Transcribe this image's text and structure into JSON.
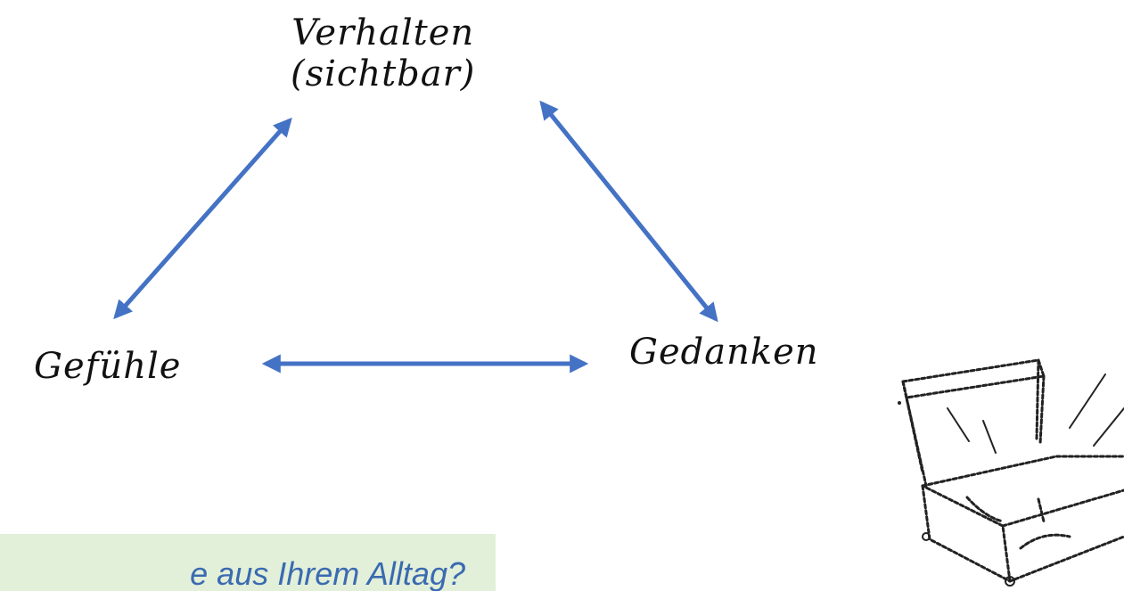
{
  "diagram": {
    "nodes": {
      "verhalten": {
        "line1": "Verhalten",
        "line2": "(sichtbar)"
      },
      "gefuehle": "Gefühle",
      "gedanken": "Gedanken"
    },
    "arrow_color": "#4472c4"
  },
  "question": {
    "text": "e aus Ihrem Alltag?"
  },
  "colors": {
    "question_background": "#e2efd9",
    "question_text": "#3a6ab0"
  },
  "icons": [
    "double-arrow-icon",
    "open-suitcase-icon"
  ]
}
